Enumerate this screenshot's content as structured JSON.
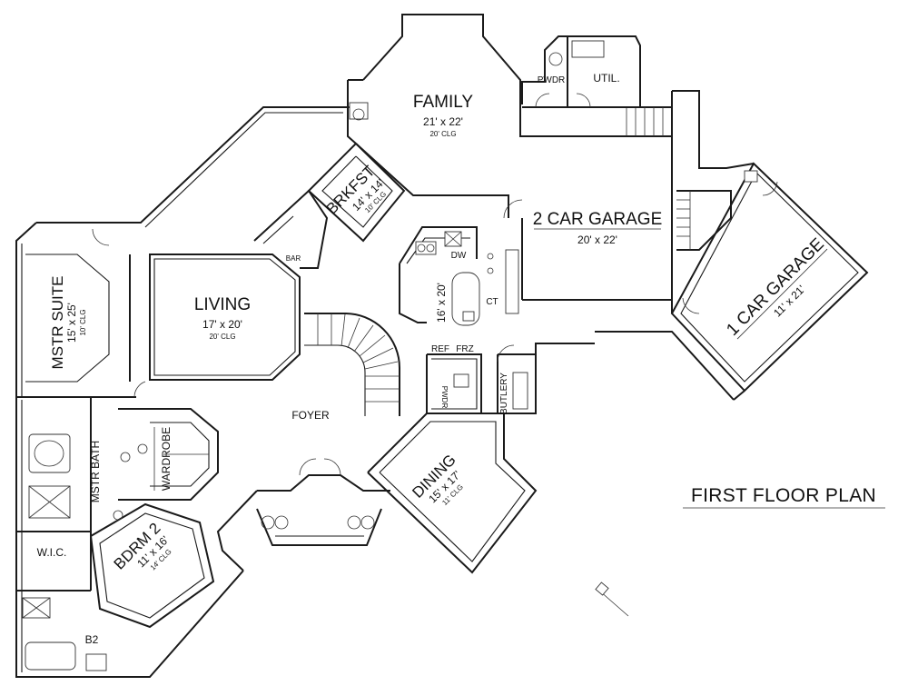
{
  "plan_title": "FIRST FLOOR PLAN",
  "rooms": {
    "family": {
      "name": "FAMILY",
      "size": "21' x 22'",
      "ceiling": "20' CLG"
    },
    "brkfst": {
      "name": "BRKFST",
      "size": "14' x 14'",
      "ceiling": "10' CLG"
    },
    "living": {
      "name": "LIVING",
      "size": "17' x 20'",
      "ceiling": "20' CLG"
    },
    "mstr_suite": {
      "name": "MSTR SUITE",
      "size": "15' x 25'",
      "ceiling": "10' CLG"
    },
    "garage2": {
      "name": "2 CAR GARAGE",
      "size": "20' x 22'"
    },
    "garage1": {
      "name": "1 CAR GARAGE",
      "size": "11' x 21'"
    },
    "kitchen": {
      "size": "16' x 20'"
    },
    "dining": {
      "name": "DINING",
      "size": "15' x 17'",
      "ceiling": "11' CLG"
    },
    "bdrm2": {
      "name": "BDRM 2",
      "size": "11' x 16'",
      "ceiling": "14' CLG"
    },
    "foyer": {
      "name": "FOYER"
    }
  },
  "small_labels": {
    "pwdr_top": "PWDR",
    "util": "UTIL.",
    "bar": "BAR",
    "dw": "DW",
    "ct": "CT",
    "ref": "REF",
    "frz": "FRZ",
    "pwdr_mid": "PWDR",
    "butlery": "BUTLERY",
    "mstr_bath": "MSTR BATH",
    "wardrobe": "WARDROBE",
    "wic": "W.I.C.",
    "b2": "B2"
  }
}
